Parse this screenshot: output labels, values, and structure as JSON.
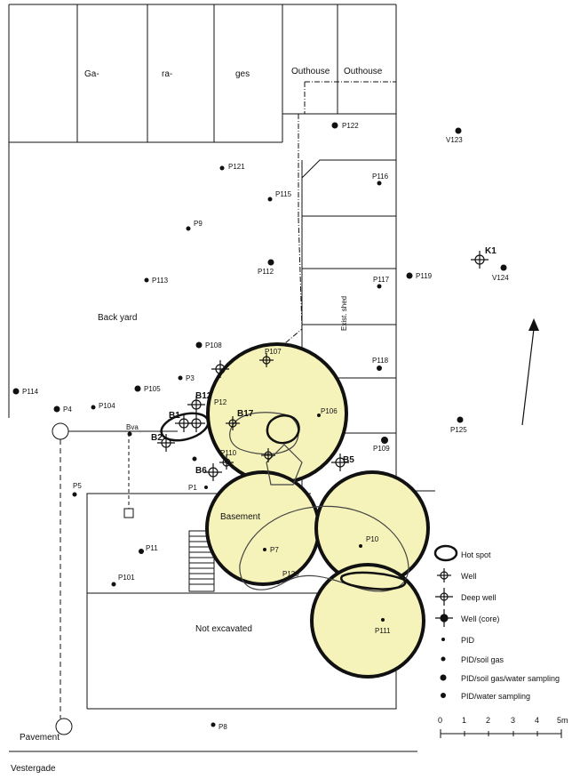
{
  "buildings": {
    "garages": [
      "Ga-",
      "ra-",
      "ges"
    ],
    "outhouse_1": "Outhouse",
    "outhouse_2": "Outhouse",
    "shed": "Exist. shed"
  },
  "areas": {
    "back_yard": "Back yard",
    "basement": "Basement",
    "not_excavated": "Not excavated",
    "pavement": "Pavement",
    "street": "Vestergade"
  },
  "points": {
    "p122": "P122",
    "v123": "V123",
    "p121": "P121",
    "p116": "P116",
    "p115": "P115",
    "p9": "P9",
    "k1": "K1",
    "p112": "P112",
    "p113": "P113",
    "p117": "P117",
    "p119": "P119",
    "v124": "V124",
    "p108": "P108",
    "p107": "P107",
    "p118": "P118",
    "p3": "P3",
    "p105": "P105",
    "p114": "P114",
    "p4": "P4",
    "p104": "P104",
    "b12": "B12",
    "p12": "P12",
    "b17": "B17",
    "p106": "P106",
    "p125": "P125",
    "b1": "B1",
    "b2": "B2",
    "p110": "P110",
    "p109": "P109",
    "b6": "B6",
    "b5": "B5",
    "p5": "P5",
    "p1": "P1",
    "p10": "P10",
    "p7": "P7",
    "p11": "P11",
    "p120": "P120",
    "p101": "P101",
    "p111": "P111",
    "p8": "P8",
    "bva": "Bva",
    "b6s": "B6"
  },
  "legend": {
    "hot_spot": "Hot spot",
    "well": "Well",
    "deep_well": "Deep well",
    "well_core": "Well (core)",
    "pid": "PID",
    "pid_soil_gas": "PID/soil gas",
    "pid_soil_gas_water": "PID/soil gas/water sampling",
    "pid_water": "PID/water sampling"
  },
  "scale": {
    "ticks": [
      "0",
      "1",
      "2",
      "3",
      "4",
      "5m"
    ]
  },
  "colors": {
    "hot_circle_fill": "#f5f3b9",
    "line": "#111111"
  }
}
